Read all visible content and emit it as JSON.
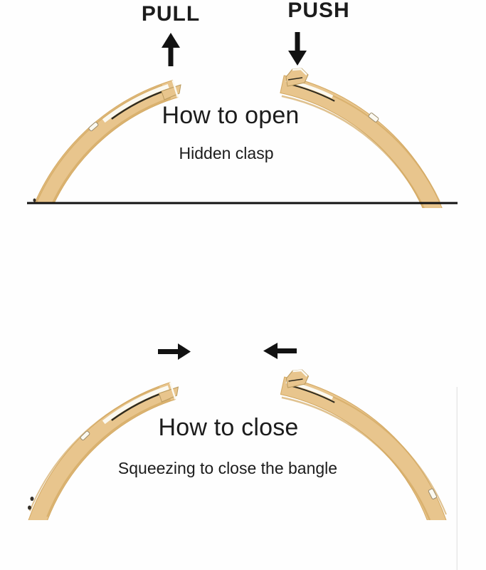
{
  "panels": {
    "open": {
      "pull_label": "PULL",
      "push_label": "PUSH",
      "title": "How to open",
      "subtitle": "Hidden clasp",
      "icons": [
        "arrow-up",
        "arrow-down"
      ]
    },
    "close": {
      "title": "How to close",
      "subtitle": "Squeezing to close the bangle",
      "icons": [
        "arrow-right",
        "arrow-left"
      ]
    }
  },
  "colors": {
    "bangle_gold": "#e8c58d",
    "bangle_edge": "#d3a861",
    "text": "#1c1c1c",
    "divider": "#121212",
    "background": "#fefefe",
    "highlight": "#fbf9f1",
    "seam": "#2e2a1e"
  }
}
